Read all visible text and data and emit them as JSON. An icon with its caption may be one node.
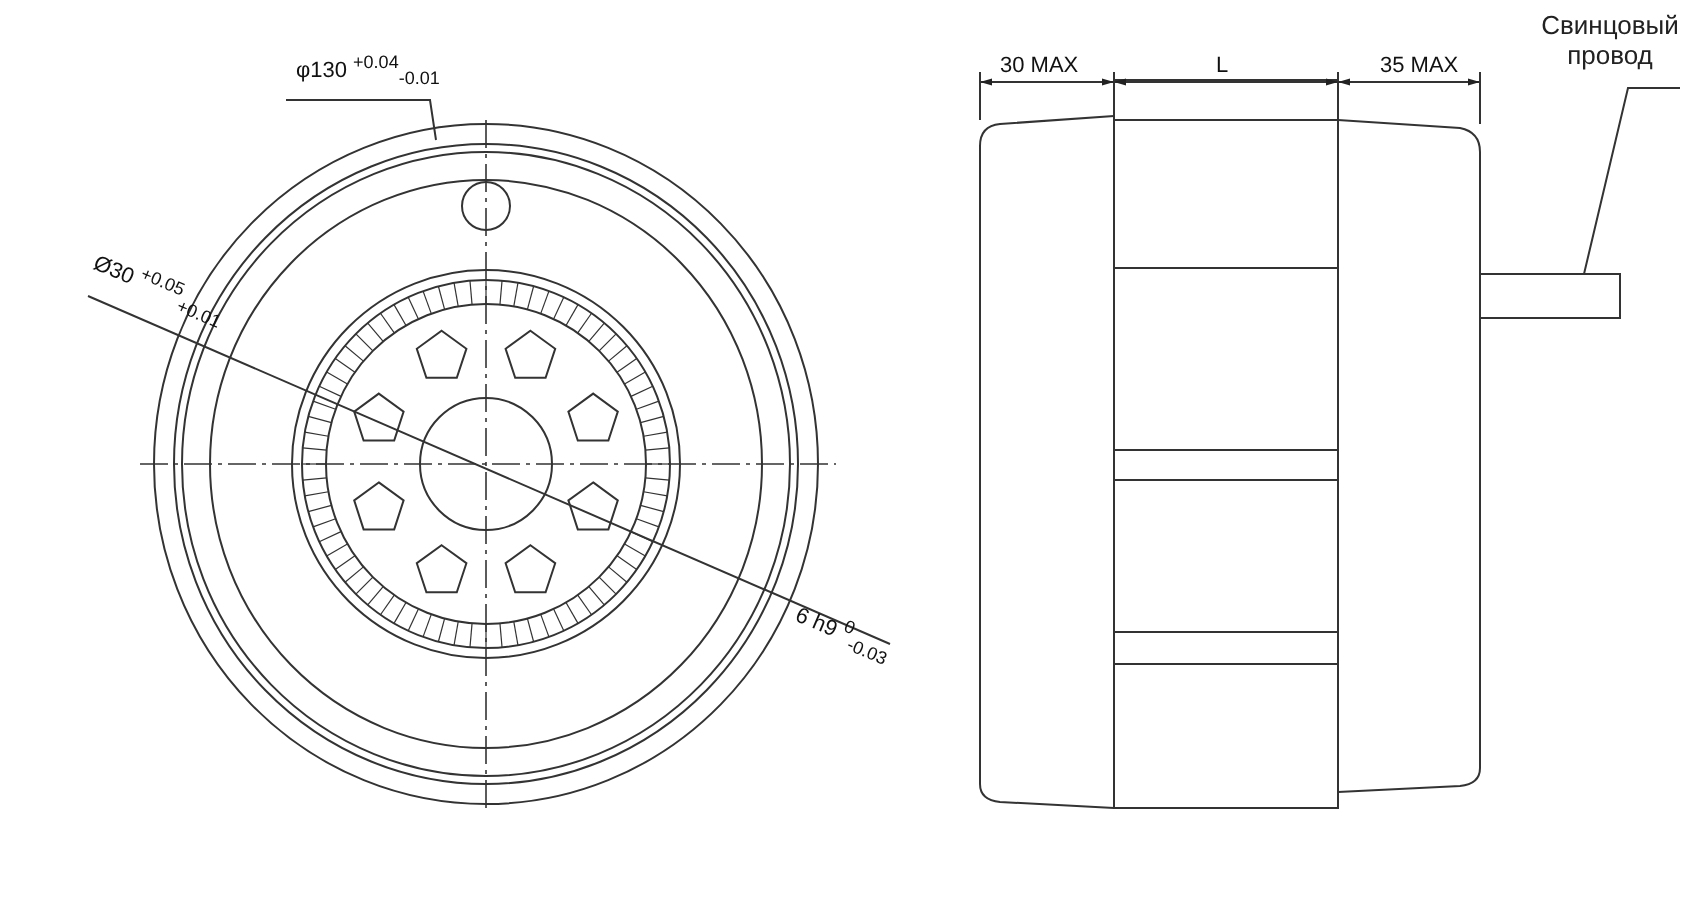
{
  "diagram": {
    "nodes": [
      {
        "text": [
          "Свинцовый провод"
        ]
      },
      {
        "text": [],
        "shape": "bar"
      }
    ],
    "edges": [
      {
        "from": 0,
        "to": 1,
        "arrow": "none"
      }
    ],
    "labels": [
      "φ130 $^{+0.04}$$_{-0.01}$",
      "Ø30 $^{+0.05}$$_{+0.01}$",
      "6 h9 $^{0}$$_{-0.03}$",
      "30 MAX",
      "L",
      "35 MAX"
    ]
  }
}
